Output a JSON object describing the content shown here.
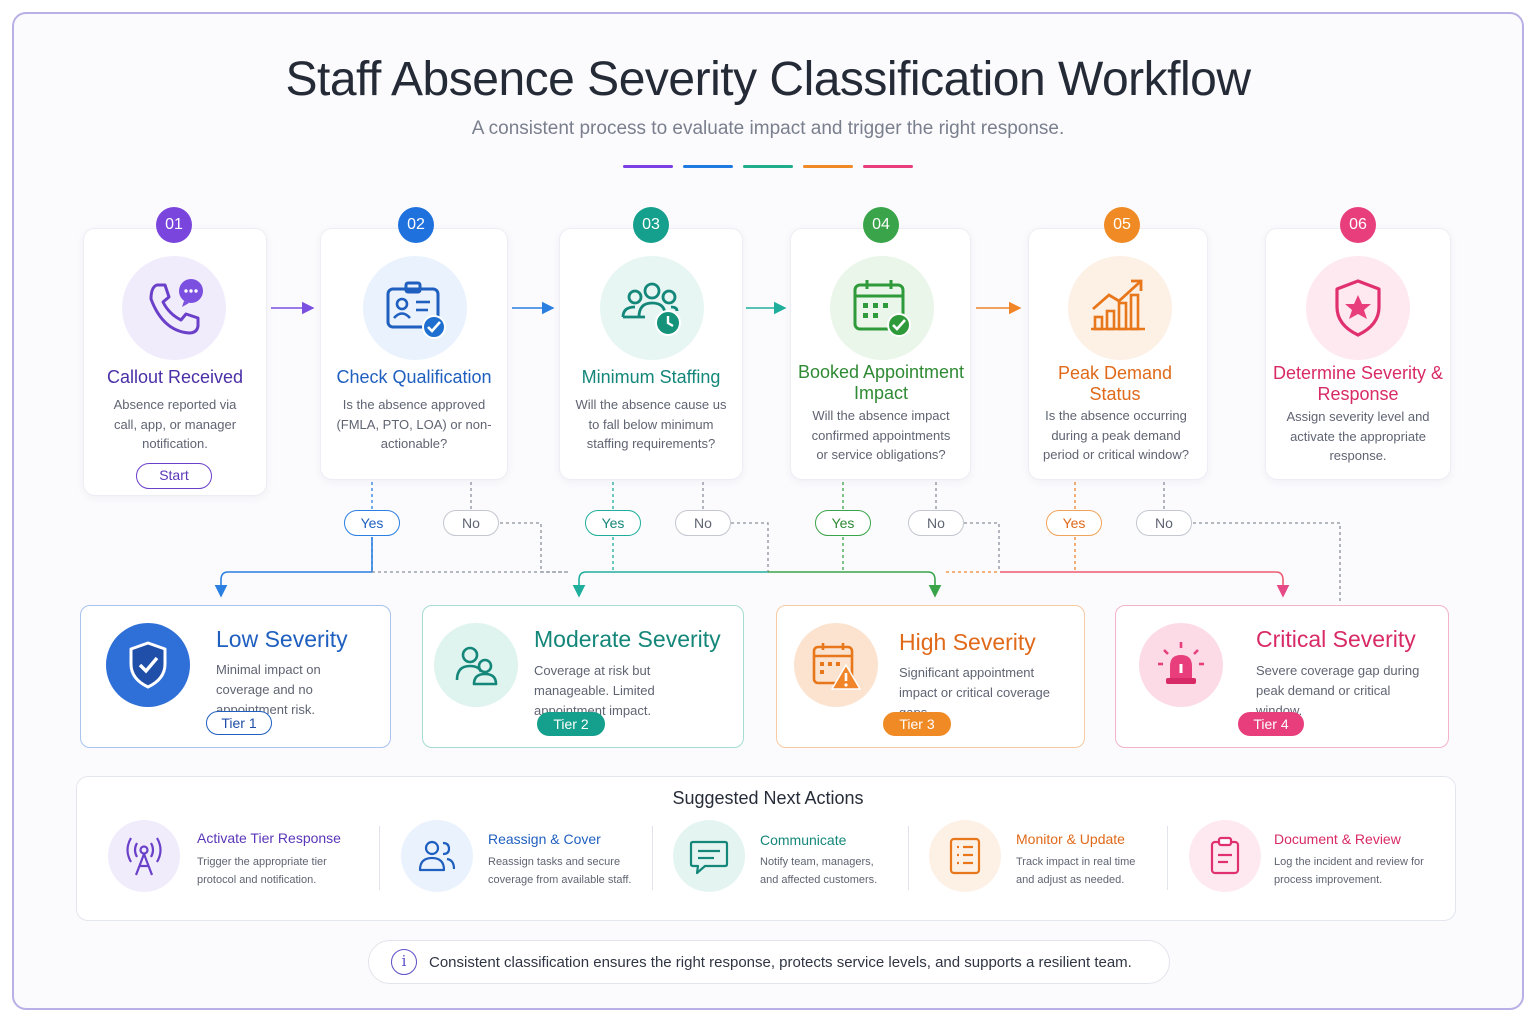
{
  "title": "Staff Absence Severity Classification Workflow",
  "subtitle": "A consistent process to evaluate impact and trigger the right response.",
  "accent_colors": [
    "#7b3fe4",
    "#1f7ae0",
    "#1fae8c",
    "#f08a24",
    "#e83f7c"
  ],
  "steps": [
    {
      "number": "01",
      "title": "Callout Received",
      "description": "Absence reported via call, app, or manager notification.",
      "color": "#5a36b8",
      "icon": "phone-chat-icon",
      "button": "Start"
    },
    {
      "number": "02",
      "title": "Check Qualification",
      "description": "Is the absence approved (FMLA, PTO, LOA) or non-actionable?",
      "color": "#1f6fd0",
      "icon": "id-badge-check-icon"
    },
    {
      "number": "03",
      "title": "Minimum Staffing",
      "description": "Will the absence cause us to fall below minimum staffing requirements?",
      "color": "#14927a",
      "icon": "team-clock-icon"
    },
    {
      "number": "04",
      "title": "Booked Appointment Impact",
      "description": "Will the absence impact confirmed appointments or service obligations?",
      "color": "#2f9a3a",
      "icon": "calendar-check-icon"
    },
    {
      "number": "05",
      "title": "Peak Demand Status",
      "description": "Is the absence occurring during a peak demand period or critical window?",
      "color": "#e8761a",
      "icon": "bar-chart-trend-icon"
    },
    {
      "number": "06",
      "title": "Determine Severity & Response",
      "description": "Assign severity level and activate the appropriate response.",
      "color": "#e0306f",
      "icon": "shield-star-icon"
    }
  ],
  "decisions": [
    {
      "yes": "Yes",
      "no": "No"
    },
    {
      "yes": "Yes",
      "no": "No"
    },
    {
      "yes": "Yes",
      "no": "No"
    },
    {
      "yes": "Yes",
      "no": "No"
    }
  ],
  "severity_levels": [
    {
      "title": "Low Severity",
      "description": "Minimal impact on coverage and no appointment risk.",
      "tier": "Tier 1",
      "color": "#1f5fbf",
      "icon": "shield-check-icon"
    },
    {
      "title": "Moderate Severity",
      "description": "Coverage at risk but manageable. Limited appointment impact.",
      "tier": "Tier 2",
      "color": "#14927a",
      "icon": "users-icon"
    },
    {
      "title": "High Severity",
      "description": "Significant appointment impact or critical coverage gaps.",
      "tier": "Tier 3",
      "color": "#e8761a",
      "icon": "calendar-warning-icon"
    },
    {
      "title": "Critical Severity",
      "description": "Severe coverage gap during peak demand or critical window.",
      "tier": "Tier 4",
      "color": "#e0306f",
      "icon": "alarm-siren-icon"
    }
  ],
  "actions": {
    "title": "Suggested Next Actions",
    "items": [
      {
        "title": "Activate Tier Response",
        "description": "Trigger the appropriate tier protocol and notification.",
        "color": "#6a3fc9",
        "icon": "broadcast-tower-icon"
      },
      {
        "title": "Reassign & Cover",
        "description": "Reassign tasks and secure coverage from available staff.",
        "color": "#1f6fd0",
        "icon": "people-icon"
      },
      {
        "title": "Communicate",
        "description": "Notify team, managers, and affected customers.",
        "color": "#14927a",
        "icon": "message-icon"
      },
      {
        "title": "Monitor & Update",
        "description": "Track impact in real time and adjust as needed.",
        "color": "#e8761a",
        "icon": "checklist-icon"
      },
      {
        "title": "Document & Review",
        "description": "Log the incident and review for process improvement.",
        "color": "#e0306f",
        "icon": "clipboard-icon"
      }
    ]
  },
  "footer": "Consistent classification ensures the right response, protects service levels, and supports a resilient team."
}
